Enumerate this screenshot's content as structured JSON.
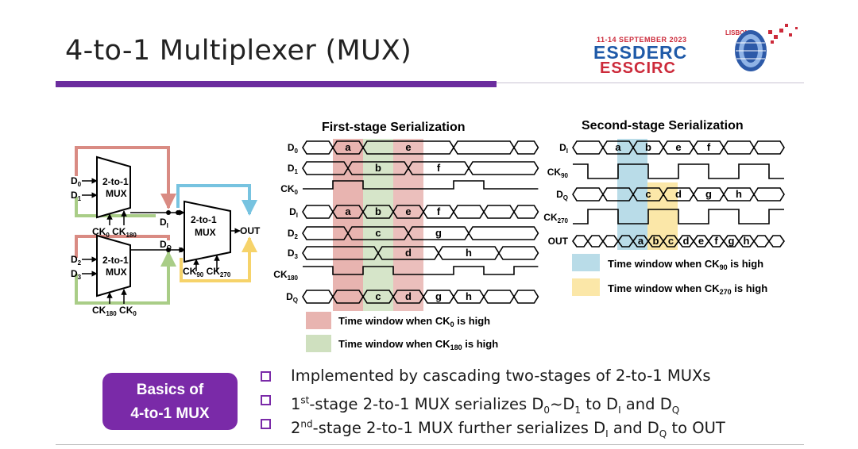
{
  "slide": {
    "title": "4-to-1 Multiplexer (MUX)"
  },
  "logo": {
    "line1": "LISBON",
    "line2": "11-14 SEPTEMBER 2023",
    "line3": "ESSDERC",
    "line4": "ESSCIRC"
  },
  "block_diagram": {
    "mux_label_a": "2-to-1",
    "mux_label_b": "MUX",
    "inputs_top": [
      "D0",
      "D1"
    ],
    "inputs_bottom": [
      "D2",
      "D3"
    ],
    "clk_top": "CK0 CK180",
    "clk_bottom": "CK180 CK0",
    "clk_second": "CK90 CK270",
    "di": "DI",
    "dq": "DQ",
    "out": "OUT"
  },
  "first_stage": {
    "title": "First-stage Serialization",
    "signals": [
      "D0",
      "D1",
      "CK0",
      "DI",
      "D2",
      "D3",
      "CK180",
      "DQ"
    ],
    "d0_data": [
      "a",
      "e"
    ],
    "d1_data": [
      "b",
      "f"
    ],
    "di_data": [
      "a",
      "b",
      "e",
      "f"
    ],
    "d2_data": [
      "c",
      "g"
    ],
    "d3_data": [
      "d",
      "h"
    ],
    "dq_data": [
      "c",
      "d",
      "g",
      "h"
    ],
    "legend": [
      {
        "text": "Time window when CK0 is high",
        "color": "#e8b4b0"
      },
      {
        "text": "Time window when CK180 is high",
        "color": "#cfe0bf"
      }
    ]
  },
  "second_stage": {
    "title": "Second-stage Serialization",
    "signals": [
      "DI",
      "CK90",
      "DQ",
      "CK270",
      "OUT"
    ],
    "di_data": [
      "a",
      "b",
      "e",
      "f"
    ],
    "dq_data": [
      "c",
      "d",
      "g",
      "h"
    ],
    "out_data": [
      "a",
      "b",
      "c",
      "d",
      "e",
      "f",
      "g",
      "h"
    ],
    "legend": [
      {
        "text": "Time window when CK90 is high",
        "color": "#b9dce8"
      },
      {
        "text": "Time window when CK270 is high",
        "color": "#fbe7a8"
      }
    ]
  },
  "summary": {
    "badge_line1": "Basics of",
    "badge_line2": "4-to-1 MUX",
    "bullets": [
      "Implemented by cascading two-stages of 2-to-1 MUXs",
      "1st-stage 2-to-1 MUX serializes D0~D1 to DI and DQ",
      "2nd-stage 2-to-1 MUX further serializes DI and DQ to OUT"
    ]
  }
}
